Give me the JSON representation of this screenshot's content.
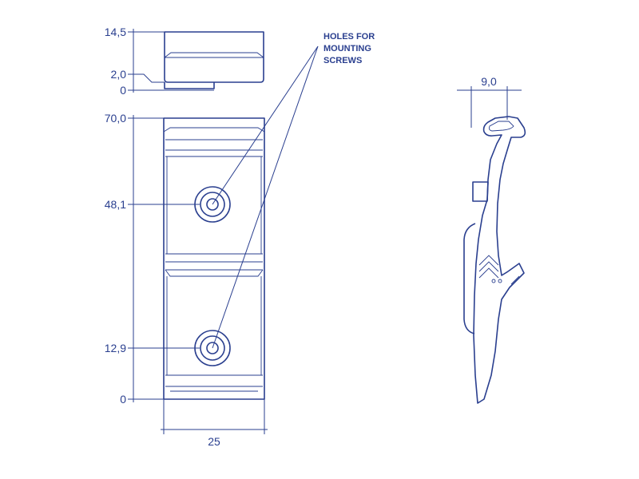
{
  "colors": {
    "line": "#2a3f8f",
    "background": "#ffffff"
  },
  "top_view": {
    "dims": [
      "14,5",
      "2,0",
      "0"
    ]
  },
  "front_view": {
    "vertical_dims": [
      "70,0",
      "48,1",
      "12,9",
      "0"
    ],
    "width_dim": "25"
  },
  "side_view": {
    "thickness_dim": "9,0"
  },
  "callout": {
    "line1": "HOLES FOR",
    "line2": "MOUNTING",
    "line3": "SCREWS"
  }
}
